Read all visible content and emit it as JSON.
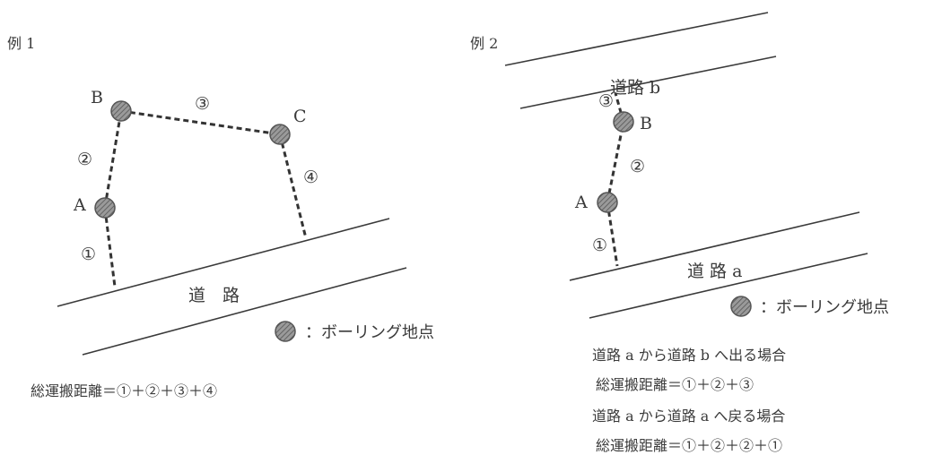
{
  "example1": {
    "label": "例 1",
    "road_label": "道　路",
    "points": [
      "A",
      "B",
      "C"
    ],
    "segments": [
      "①",
      "②",
      "③",
      "④"
    ],
    "legend": "：ボーリング地点",
    "formula": "総運搬距離＝①＋②＋③＋④"
  },
  "example2": {
    "label": "例 2",
    "road_b_label": "道路 b",
    "road_a_label": "道 路 a",
    "points": [
      "A",
      "B"
    ],
    "segments": [
      "①",
      "②",
      "③"
    ],
    "legend": "：ボーリング地点",
    "case1_title": "道路 a から道路 b へ出る場合",
    "case1_formula": "総運搬距離＝①＋②＋③",
    "case2_title": "道路 a から道路 a へ戻る場合",
    "case2_formula": "総運搬距離＝①＋②＋②＋①"
  },
  "colors": {
    "ink": "#3a3a3a",
    "point_fill": "#8a8a8a"
  }
}
